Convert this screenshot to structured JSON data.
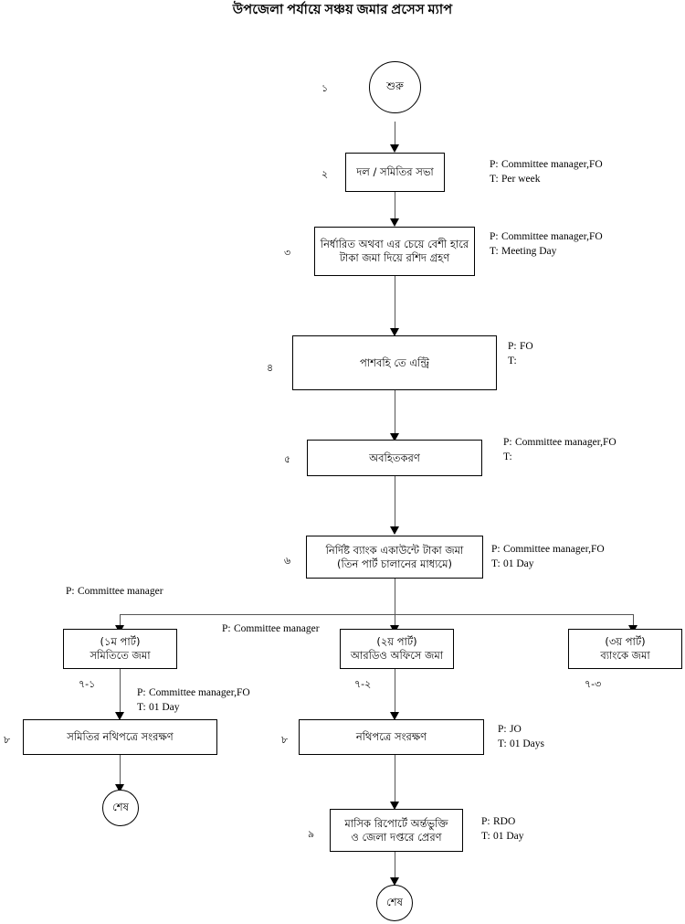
{
  "title": "উপজেলা পর্যায়ে সঞ্চয় জমার প্রসেস ম্যাপ",
  "labels": {
    "p": "P:",
    "t": "T:"
  },
  "nodes": {
    "start": {
      "number": "১",
      "text": "শুরু"
    },
    "n2": {
      "number": "২",
      "text": "দল / সমিতির সভা",
      "p": "Committee manager,FO",
      "t": "Per week"
    },
    "n3": {
      "number": "৩",
      "line1": "নির্ধারিত অথবা এর চেয়ে বেশী হারে",
      "line2": "টাকা জমা দিয়ে রশিদ গ্রহণ",
      "p": "Committee manager,FO",
      "t": "Meeting Day"
    },
    "n4": {
      "number": "৪",
      "text": "পাশবহি তে এন্ট্রি",
      "p": "FO",
      "t": ""
    },
    "n5": {
      "number": "৫",
      "text": "অবহিতকরণ",
      "p": "Committee manager,FO",
      "t": ""
    },
    "n6": {
      "number": "৬",
      "line1": "নির্দিষ্ট ব্যাংক একাউন্টে টাকা জমা",
      "line2": "(তিন পার্ট চালানের মাধ্যমে)",
      "p": "Committee manager,FO",
      "t": "01 Day"
    },
    "n71": {
      "number": "৭-১",
      "line1": "(১ম পার্ট)",
      "line2": "সমিতিতে জমা",
      "p": "Committee manager"
    },
    "n72": {
      "number": "৭-২",
      "line1": "(২য় পার্ট)",
      "line2": "আরডিও অফিসে জমা",
      "p": "Committee manager"
    },
    "n73": {
      "number": "৭-৩",
      "line1": "(৩য় পার্ট)",
      "line2": "ব্যাংকে জমা"
    },
    "n8left": {
      "number": "৮",
      "text": "সমিতির নথিপত্রে সংরক্ষণ",
      "p": "Committee manager,FO",
      "t": "01 Day"
    },
    "n8mid": {
      "number": "৮",
      "text": "নথিপত্রে সংরক্ষণ",
      "p": "JO",
      "t": "01 Days"
    },
    "n9": {
      "number": "৯",
      "line1": "মাসিক রিপোর্টে অর্ন্তভুক্তি",
      "line2": "ও জেলা দপ্তরে প্রেরণ",
      "p": "RDO",
      "t": "01 Day"
    },
    "end_left": {
      "text": "শেষ"
    },
    "end_mid": {
      "text": "শেষ"
    }
  },
  "chart_data": {
    "type": "diagram",
    "title": "উপজেলা পর্যায়ে সঞ্চয় জমার প্রসেস ম্যাপ",
    "steps": [
      {
        "id": "১",
        "shape": "terminator",
        "text": "শুরু"
      },
      {
        "id": "২",
        "shape": "process",
        "text": "দল / সমিতির সভা",
        "P": "Committee manager,FO",
        "T": "Per week"
      },
      {
        "id": "৩",
        "shape": "process",
        "text": "নির্ধারিত অথবা এর চেয়ে বেশী হারে টাকা জমা দিয়ে রশিদ গ্রহণ",
        "P": "Committee manager,FO",
        "T": "Meeting Day"
      },
      {
        "id": "৪",
        "shape": "process",
        "text": "পাশবহি তে এন্ট্রি",
        "P": "FO",
        "T": ""
      },
      {
        "id": "৫",
        "shape": "process",
        "text": "অবহিতকরণ",
        "P": "Committee manager,FO",
        "T": ""
      },
      {
        "id": "৬",
        "shape": "process",
        "text": "নির্দিষ্ট ব্যাংক একাউন্টে টাকা জমা (তিন পার্ট চালানের মাধ্যমে)",
        "P": "Committee manager,FO",
        "T": "01 Day"
      },
      {
        "id": "৭-১",
        "shape": "process",
        "text": "(১ম পার্ট) সমিতিতে জমা",
        "P": "Committee manager"
      },
      {
        "id": "৭-২",
        "shape": "process",
        "text": "(২য় পার্ট) আরডিও অফিসে জমা",
        "P": "Committee manager"
      },
      {
        "id": "৭-৩",
        "shape": "process",
        "text": "(৩য় পার্ট) ব্যাংকে জমা"
      },
      {
        "id": "৮",
        "shape": "process",
        "text": "সমিতির নথিপত্রে সংরক্ষণ",
        "P": "Committee manager,FO",
        "T": "01 Day"
      },
      {
        "id": "৮",
        "shape": "process",
        "text": "নথিপত্রে সংরক্ষণ",
        "P": "JO",
        "T": "01 Days"
      },
      {
        "id": "৯",
        "shape": "process",
        "text": "মাসিক রিপোর্টে অর্ন্তভুক্তি ও জেলা দপ্তরে প্রেরণ",
        "P": "RDO",
        "T": "01 Day"
      },
      {
        "id": "",
        "shape": "terminator",
        "text": "শেষ"
      },
      {
        "id": "",
        "shape": "terminator",
        "text": "শেষ"
      }
    ],
    "edges": [
      [
        "১",
        "২"
      ],
      [
        "২",
        "৩"
      ],
      [
        "৩",
        "৪"
      ],
      [
        "৪",
        "৫"
      ],
      [
        "৫",
        "৬"
      ],
      [
        "৬",
        "৭-১"
      ],
      [
        "৬",
        "৭-২"
      ],
      [
        "৬",
        "৭-৩"
      ],
      [
        "৭-১",
        "৮"
      ],
      [
        "৭-২",
        "৮"
      ],
      [
        "৮",
        "শেষ"
      ],
      [
        "৮",
        "৯"
      ],
      [
        "৯",
        "শেষ"
      ]
    ]
  }
}
